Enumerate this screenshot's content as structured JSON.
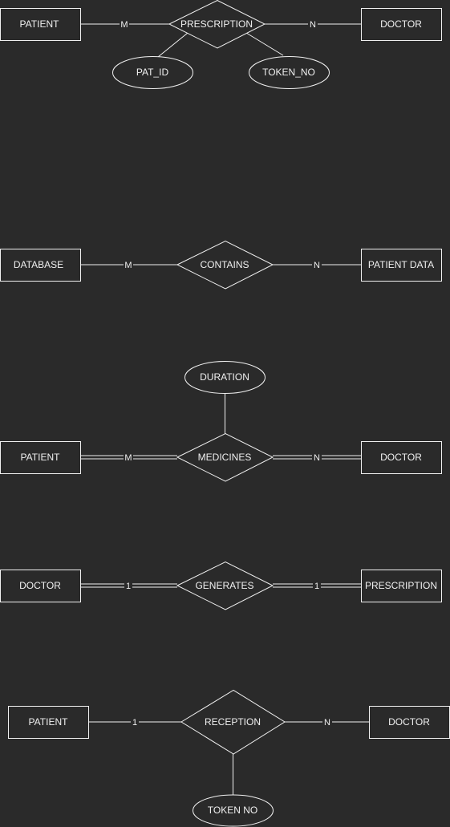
{
  "diagrams": [
    {
      "id": "prescription",
      "left_entity": "PATIENT",
      "relationship": "PRESCRIPTION",
      "right_entity": "DOCTOR",
      "left_cardinality": "M",
      "right_cardinality": "N",
      "attributes": [
        "PAT_ID",
        "TOKEN_NO"
      ]
    },
    {
      "id": "contains",
      "left_entity": "DATABASE",
      "relationship": "CONTAINS",
      "right_entity": "PATIENT DATA",
      "left_cardinality": "M",
      "right_cardinality": "N",
      "attributes": []
    },
    {
      "id": "medicines",
      "left_entity": "PATIENT",
      "relationship": "MEDICINES",
      "right_entity": "DOCTOR",
      "left_cardinality": "M",
      "right_cardinality": "N",
      "attributes": [
        "DURATION"
      ]
    },
    {
      "id": "generates",
      "left_entity": "DOCTOR",
      "relationship": "GENERATES",
      "right_entity": "PRESCRIPTION",
      "left_cardinality": "1",
      "right_cardinality": "1",
      "attributes": []
    },
    {
      "id": "reception",
      "left_entity": "PATIENT",
      "relationship": "RECEPTION",
      "right_entity": "DOCTOR",
      "left_cardinality": "1",
      "right_cardinality": "N",
      "attributes": [
        "TOKEN NO"
      ]
    }
  ],
  "colors": {
    "background": "#2a2a2a",
    "stroke": "#f0f0f0",
    "text": "#f0f0f0"
  }
}
